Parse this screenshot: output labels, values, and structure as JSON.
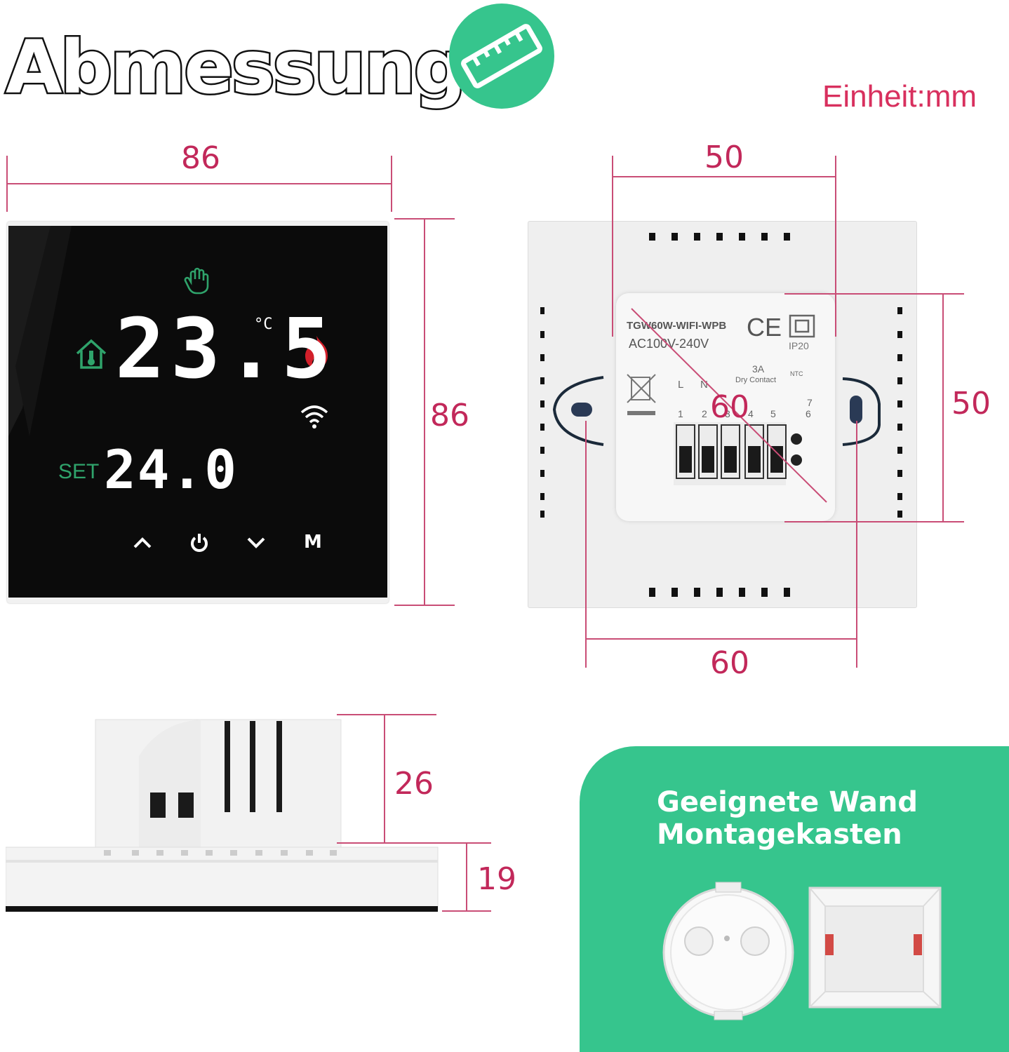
{
  "title": "Abmessung",
  "unit_label": "Einheit:mm",
  "icons": {
    "ruler": "ruler-icon",
    "hand": "hand-icon",
    "home": "home-thermometer-icon",
    "flame": "flame-icon",
    "wifi": "wifi-icon",
    "up": "chevron-up-icon",
    "power": "power-icon",
    "down": "chevron-down-icon"
  },
  "colors": {
    "accent_green": "#36c58d",
    "dimension_pink": "#d8305e",
    "display_green": "#2fa36b",
    "flame_red": "#d21f2a"
  },
  "front_view": {
    "width_dim": "86",
    "height_dim": "86",
    "display": {
      "unit": "°C",
      "current_temp": "23.5",
      "set_label": "SET",
      "set_temp": "24.0",
      "mode_button": "M"
    }
  },
  "back_view": {
    "top_dim": "50",
    "right_dim": "50",
    "diagonal_dim": "60",
    "bottom_dim": "60",
    "label": {
      "model": "TGW60W-WIFI-WPB",
      "voltage": "AC100V-240V",
      "ce": "CE",
      "ip": "IP20",
      "rating": "3A",
      "contact": "Dry Contact",
      "ntc": "NTC",
      "terminal_letters": [
        "L",
        "N"
      ],
      "terminal_numbers": [
        "1",
        "2",
        "3",
        "4",
        "5",
        "6",
        "7"
      ]
    }
  },
  "side_view": {
    "depth_dim": "26",
    "thickness_dim": "19"
  },
  "mounting": {
    "title_line1": "Geeignete Wand",
    "title_line2": "Montagekasten"
  }
}
